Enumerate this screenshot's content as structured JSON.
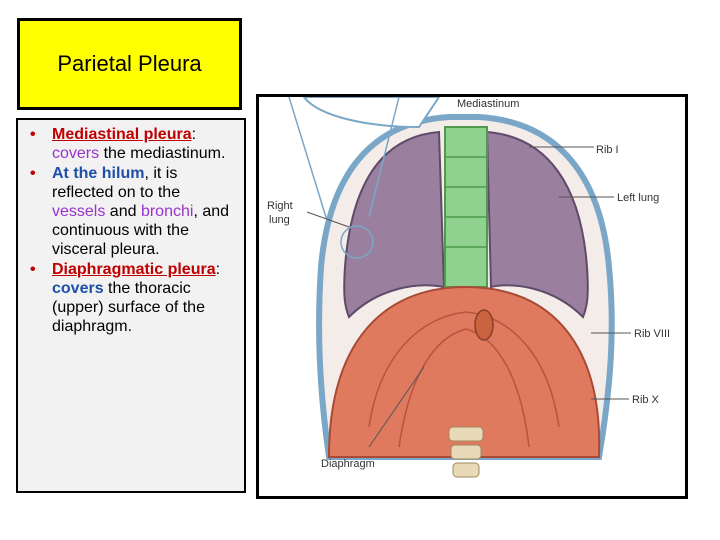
{
  "slide": {
    "title": "Parietal Pleura",
    "bullets": [
      {
        "parts": [
          {
            "text": "Mediastinal pleura",
            "style": "term-red"
          },
          {
            "text": ": ",
            "style": "plain"
          },
          {
            "text": "covers",
            "style": "purple"
          },
          {
            "text": " the mediastinum.",
            "style": "plain"
          }
        ]
      },
      {
        "parts": [
          {
            "text": " At the hilum",
            "style": "term-blue"
          },
          {
            "text": ", it is reflected on to the ",
            "style": "plain"
          },
          {
            "text": "vessels",
            "style": "purple"
          },
          {
            "text": " and ",
            "style": "plain"
          },
          {
            "text": "bronchi",
            "style": "purple"
          },
          {
            "text": ", and continuous with the visceral pleura.",
            "style": "plain"
          }
        ]
      },
      {
        "parts": [
          {
            "text": "Diaphragmatic pleura",
            "style": "term-red"
          },
          {
            "text": ": ",
            "style": "plain"
          },
          {
            "text": "covers",
            "style": "term-blue"
          },
          {
            "text": " the thoracic (upper) surface of the diaphragm.",
            "style": "plain"
          }
        ]
      }
    ],
    "bullet_glyph": "•"
  },
  "figure": {
    "labels": {
      "mediastinum": "Mediastinum",
      "rib1": "Rib I",
      "left_lung": "Left lung",
      "right_lung_1": "Right",
      "right_lung_2": "lung",
      "rib8": "Rib VIII",
      "ribx": "Rib X",
      "diaphragm": "Diaphragm"
    }
  },
  "colors": {
    "title_bg": "#ffff00",
    "term_red": "#c00000",
    "term_blue": "#1f4fa8",
    "purple": "#9933cc",
    "lung": "#9a7f9e",
    "muscle": "#e07a5f",
    "mediastinum": "#8fd18f"
  }
}
